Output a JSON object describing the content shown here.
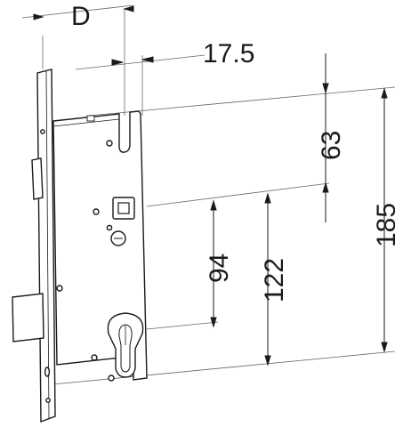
{
  "drawing": {
    "subject": "mortise lock dimension drawing",
    "dimensions": {
      "backset": {
        "label": "D"
      },
      "spindle_offset": {
        "label": "17.5",
        "value": 17.5
      },
      "spindle_to_top": {
        "label": "63",
        "value": 63
      },
      "spindle_to_cylinder": {
        "label": "94",
        "value": 94
      },
      "spindle_to_bottom": {
        "label": "122",
        "value": 122
      },
      "overall_height": {
        "label": "185",
        "value": 185
      }
    },
    "colors": {
      "line": "#1a1a1a",
      "thin_line": "#555555",
      "fill": "#ffffff"
    }
  }
}
